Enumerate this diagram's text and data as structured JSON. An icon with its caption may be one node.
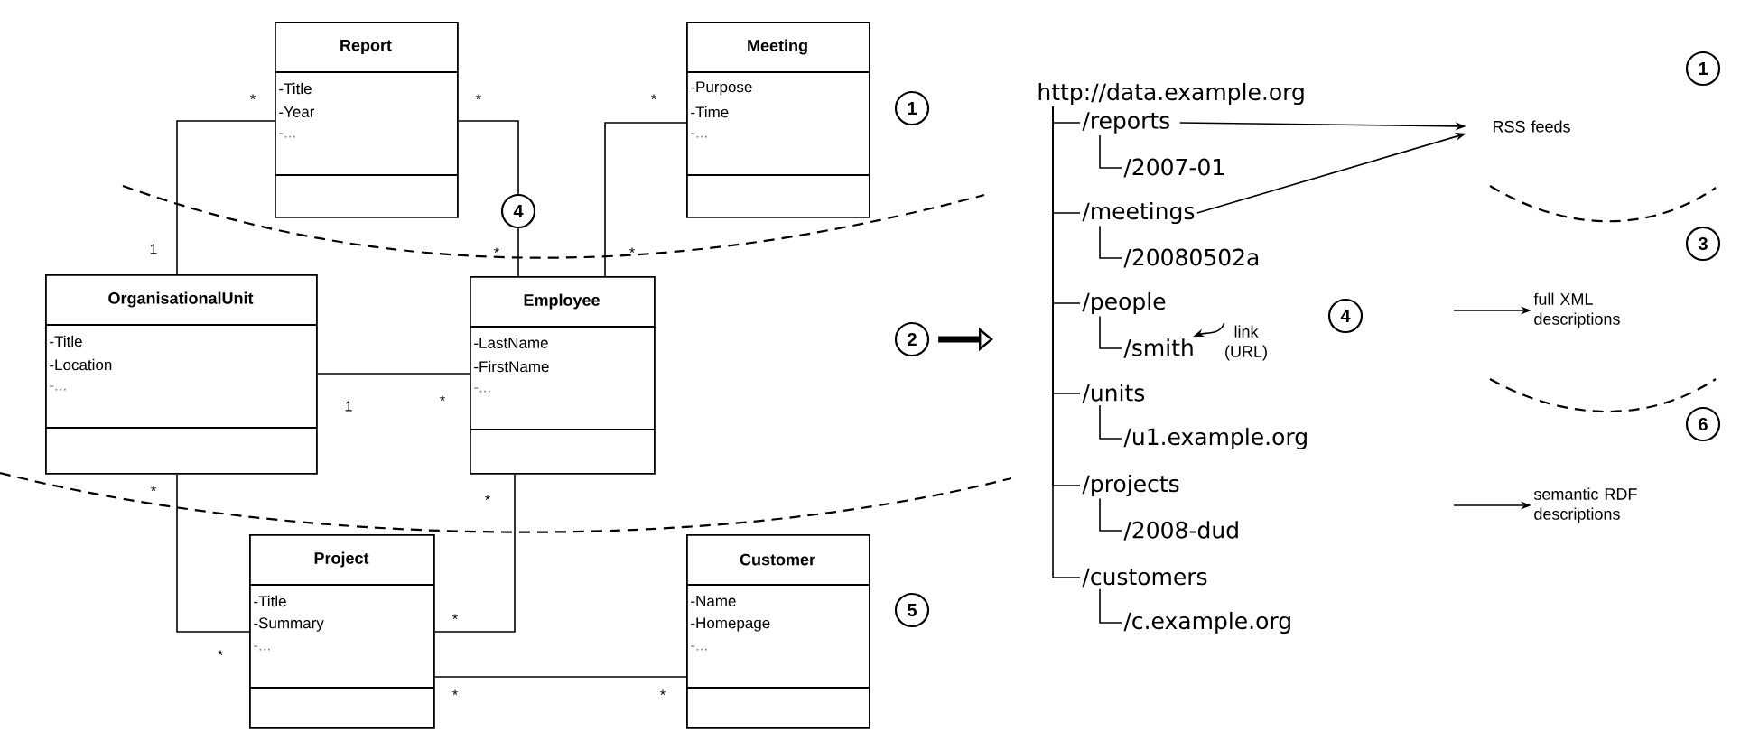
{
  "diagram": {
    "nodes": [
      {
        "text": [
          "Report",
          "-Title",
          "-Year",
          "-..."
        ]
      },
      {
        "text": [
          "Meeting",
          "-Purpose",
          "-Time",
          "-..."
        ]
      },
      {
        "text": [
          "OrganisationalUnit",
          "-Title",
          "-Location",
          "-..."
        ]
      },
      {
        "text": [
          "Employee",
          "-LastName",
          "-FirstName",
          "-..."
        ]
      },
      {
        "text": [
          "Project",
          "-Title",
          "-Summary",
          "-..."
        ]
      },
      {
        "text": [
          "Customer",
          "-Name",
          "-Homepage",
          "-..."
        ]
      },
      {
        "text": [
          "1"
        ]
      },
      {
        "text": [
          "4"
        ]
      },
      {
        "text": [
          "2"
        ]
      },
      {
        "text": [
          "5"
        ]
      },
      {
        "text": [
          "http://data.example.org"
        ]
      },
      {
        "text": [
          "/reports"
        ]
      },
      {
        "text": [
          "/2007-01"
        ]
      },
      {
        "text": [
          "/meetings"
        ]
      },
      {
        "text": [
          "/20080502a"
        ]
      },
      {
        "text": [
          "/people"
        ]
      },
      {
        "text": [
          "/smith"
        ]
      },
      {
        "text": [
          "/units"
        ]
      },
      {
        "text": [
          "/u1.example.org"
        ]
      },
      {
        "text": [
          "/projects"
        ]
      },
      {
        "text": [
          "/2008-dud"
        ]
      },
      {
        "text": [
          "/customers"
        ]
      },
      {
        "text": [
          "/c.example.org"
        ]
      },
      {
        "text": [
          "RSS feeds"
        ]
      },
      {
        "text": [
          "link (URL)"
        ]
      },
      {
        "text": [
          "4"
        ]
      },
      {
        "text": [
          "full XML descriptions"
        ]
      },
      {
        "text": [
          "semantic RDF descriptions"
        ]
      },
      {
        "text": [
          "1"
        ]
      },
      {
        "text": [
          "3"
        ]
      },
      {
        "text": [
          "6"
        ]
      }
    ],
    "edges": [
      {
        "from": 0,
        "to": 2,
        "arrow": "none"
      },
      {
        "from": 0,
        "to": 7,
        "arrow": "none"
      },
      {
        "from": 7,
        "to": 3,
        "arrow": "none"
      },
      {
        "from": 1,
        "to": 3,
        "arrow": "none"
      },
      {
        "from": 2,
        "to": 3,
        "arrow": "none"
      },
      {
        "from": 2,
        "to": 4,
        "arrow": "none"
      },
      {
        "from": 3,
        "to": 4,
        "arrow": "none"
      },
      {
        "from": 4,
        "to": 5,
        "arrow": "none"
      },
      {
        "from": 8,
        "to": null,
        "arrow": "to",
        "style": "thick"
      },
      {
        "from": 10,
        "to": 11,
        "arrow": "none"
      },
      {
        "from": 10,
        "to": 13,
        "arrow": "none"
      },
      {
        "from": 10,
        "to": 15,
        "arrow": "none"
      },
      {
        "from": 10,
        "to": 17,
        "arrow": "none"
      },
      {
        "from": 10,
        "to": 19,
        "arrow": "none"
      },
      {
        "from": 10,
        "to": 21,
        "arrow": "none"
      },
      {
        "from": 11,
        "to": 12,
        "arrow": "none"
      },
      {
        "from": 13,
        "to": 14,
        "arrow": "none"
      },
      {
        "from": 15,
        "to": 16,
        "arrow": "none"
      },
      {
        "from": 17,
        "to": 18,
        "arrow": "none"
      },
      {
        "from": 19,
        "to": 20,
        "arrow": "none"
      },
      {
        "from": 21,
        "to": 22,
        "arrow": "none"
      },
      {
        "from": 11,
        "to": 23,
        "arrow": "to"
      },
      {
        "from": 13,
        "to": 23,
        "arrow": "to"
      },
      {
        "from": 24,
        "to": 16,
        "arrow": "to"
      },
      {
        "from": null,
        "to": 26,
        "arrow": "to"
      },
      {
        "from": null,
        "to": 27,
        "arrow": "to"
      }
    ],
    "labels": [
      "*",
      "*",
      "*",
      "1",
      "*",
      "*",
      "1",
      "*",
      "*",
      "*",
      "*",
      "*",
      "*",
      "*"
    ]
  }
}
